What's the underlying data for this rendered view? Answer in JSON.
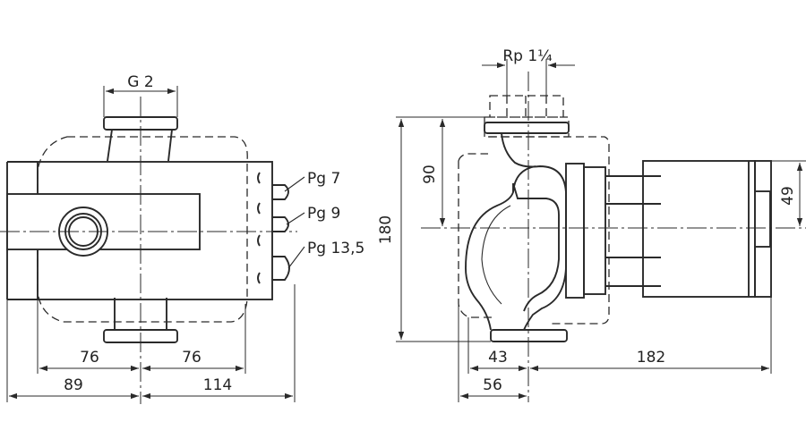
{
  "front_view": {
    "labels": {
      "flange": "G 2",
      "cable_top": "Pg 7",
      "cable_mid": "Pg 9",
      "cable_bottom": "Pg 13,5"
    },
    "dimensions": {
      "left_inner": "76",
      "right_inner": "76",
      "left_outer": "89",
      "right_outer": "114"
    }
  },
  "side_view": {
    "labels": {
      "thread": "Rp 1¼"
    },
    "dimensions": {
      "total_height": "180",
      "flange_height": "90",
      "motor_height": "49",
      "inlet": "43",
      "body_depth": "56",
      "motor_length": "182"
    }
  },
  "colors": {
    "line": "#2a2a2a",
    "background": "#ffffff"
  }
}
